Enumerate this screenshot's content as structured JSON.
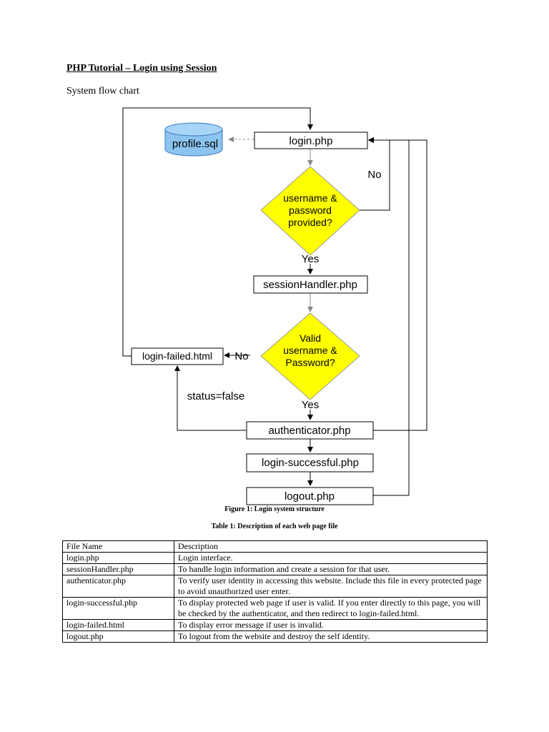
{
  "document": {
    "title": "PHP Tutorial – Login using Session",
    "subtitle": "System flow chart"
  },
  "flowchart": {
    "nodes": {
      "database": "profile.sql",
      "login": "login.php",
      "decision1": [
        "username &",
        "password",
        "provided?"
      ],
      "session": "sessionHandler.php",
      "decision2": [
        "Valid",
        "username &",
        "Password?"
      ],
      "failed": "login-failed.html",
      "authenticator": "authenticator.php",
      "successful": "login-successful.php",
      "logout": "logout.php"
    },
    "labels": {
      "no1": "No",
      "yes1": "Yes",
      "no2": "No",
      "yes2": "Yes",
      "status": "status=false"
    },
    "colors": {
      "decision_fill": "#ffff00",
      "database_fill": "#8cc4f0",
      "database_stroke": "#3a78c0"
    }
  },
  "figure_caption": "Figure 1: Login system structure",
  "table_caption": "Table 1: Description of each web page file",
  "table": {
    "headers": [
      "File Name",
      "Description"
    ],
    "rows": [
      [
        "login.php",
        "Login interface."
      ],
      [
        "sessionHandler.php",
        "To handle login information and create a session for that user."
      ],
      [
        "authenticator.php",
        "To verify user identity in accessing this website. Include this file in every protected page to avoid unauthorized user enter."
      ],
      [
        "login-successful.php",
        "To display protected web page if user is valid. If you enter directly to this page, you will be checked by the authenticator, and then redirect to login-failed.html."
      ],
      [
        "login-failed.html",
        "To display error message if user is invalid."
      ],
      [
        "logout.php",
        "To logout from the website and destroy the self identity."
      ]
    ]
  }
}
